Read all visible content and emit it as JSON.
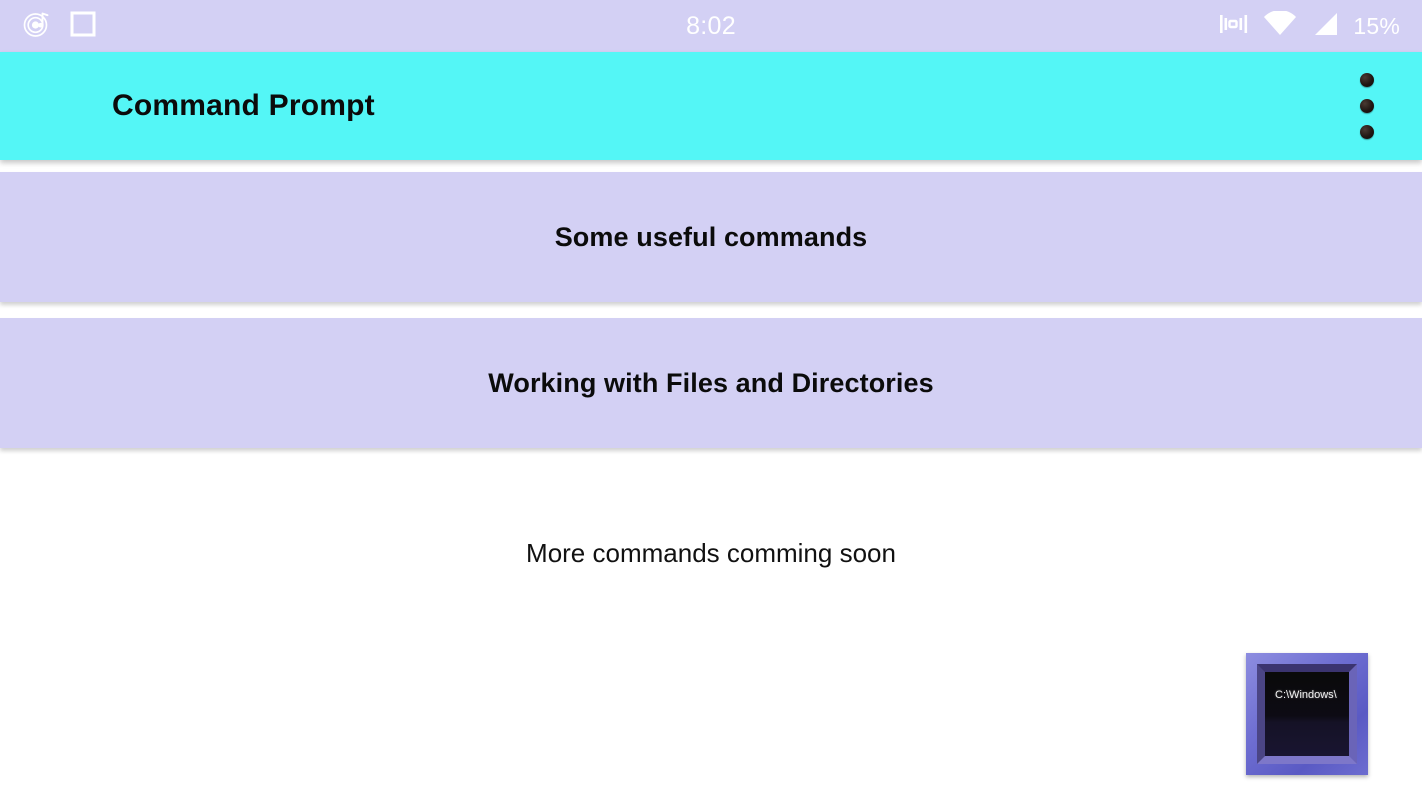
{
  "status_bar": {
    "clock": "8:02",
    "battery_percent": "15%",
    "left_icons": [
      "music-vinyl-icon",
      "square-app-icon"
    ],
    "right_icons": [
      "vibrate-icon",
      "wifi-icon",
      "cellular-signal-icon"
    ],
    "background_color": "#d3d0f4",
    "text_color": "#ffffff"
  },
  "app_bar": {
    "title": "Command Prompt",
    "background_color": "#54f6f6",
    "title_color": "#0b0b0b",
    "overflow_menu_label": "more-options"
  },
  "main": {
    "cards": [
      {
        "label": "Some useful commands"
      },
      {
        "label": "Working with Files and Directories"
      }
    ],
    "card_background_color": "#d3d0f4",
    "note": "More commands comming soon"
  },
  "cmd_icon": {
    "screen_text": "C:\\Windows\\",
    "frame_color": "#6f6fd2",
    "screen_color": "#0a0a0a"
  }
}
